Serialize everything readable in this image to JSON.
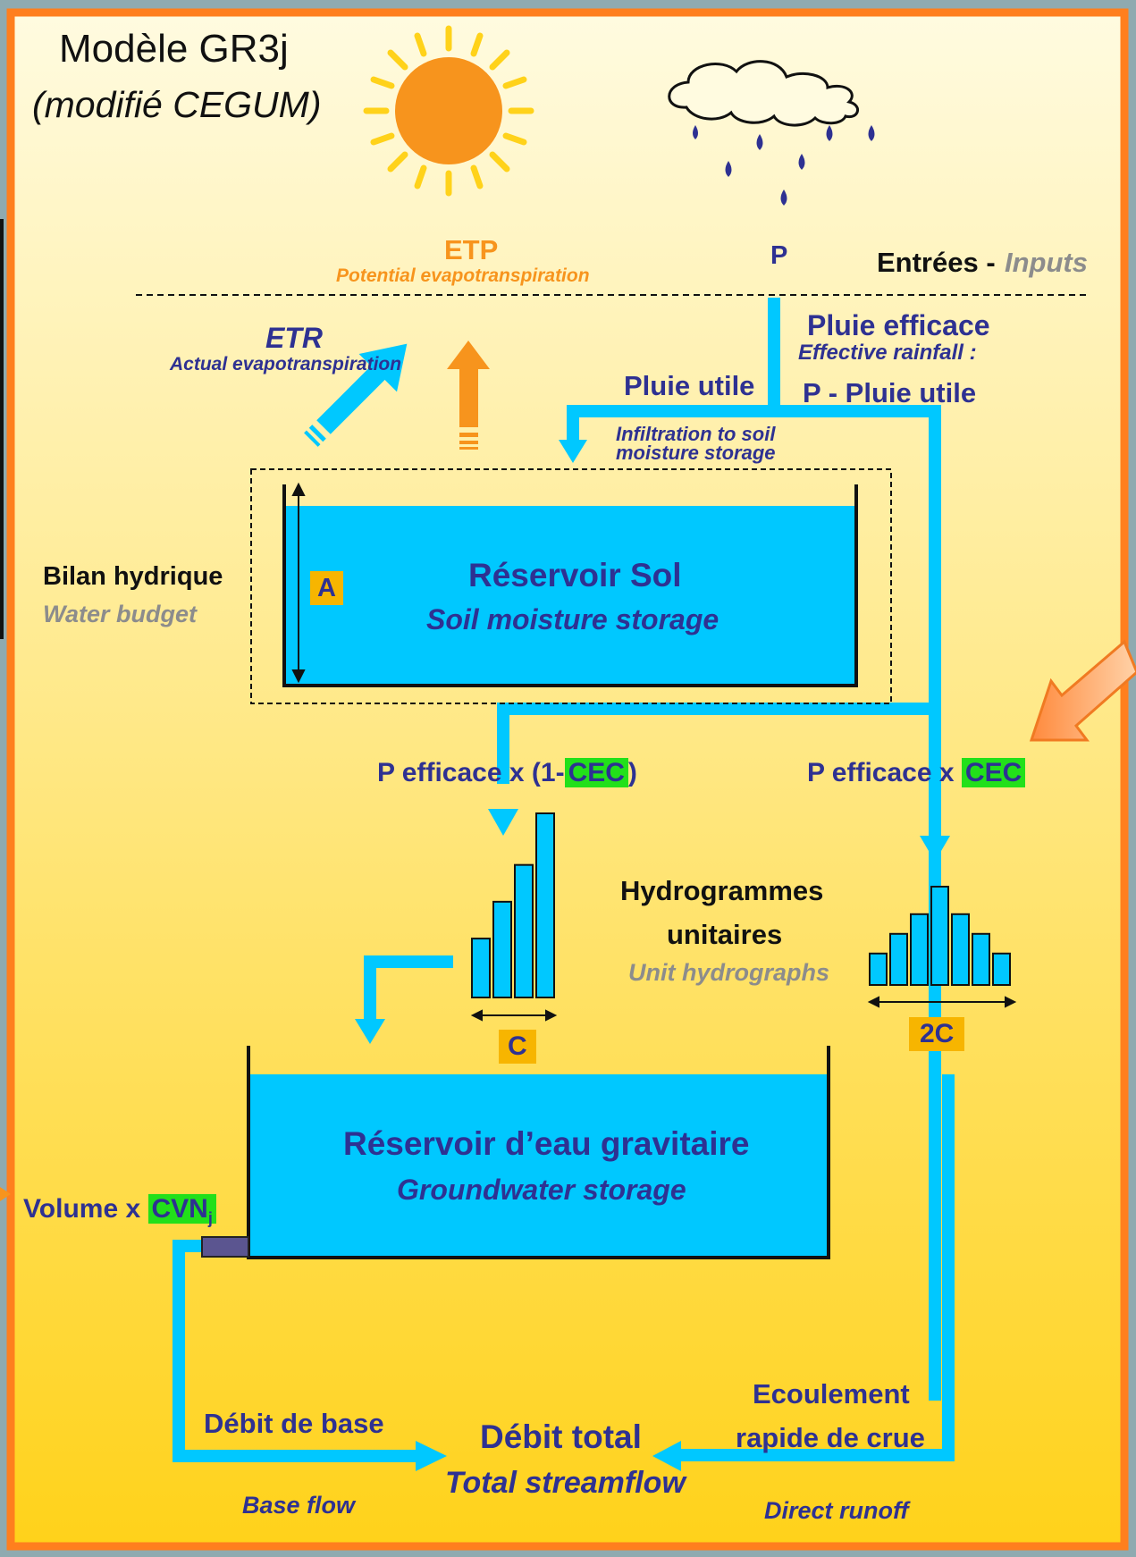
{
  "title": {
    "line1": "Modèle GR3j",
    "line2": "(modifié CEGUM)"
  },
  "inputs": {
    "etp_label": "ETP",
    "etp_sub": "Potential evapotranspiration",
    "p_label": "P",
    "entrees_label": "Entrées -",
    "inputs_label": "Inputs"
  },
  "etr": {
    "label": "ETR",
    "sub": "Actual evapotranspiration"
  },
  "rain": {
    "efficace_label": "Pluie efficace",
    "efficace_sub": "Effective rainfall :",
    "utile_label": "Pluie utile",
    "p_minus": "P - Pluie  utile",
    "infiltration_line1": "Infiltration to soil",
    "infiltration_line2": "moisture storage"
  },
  "soil": {
    "title": "Réservoir Sol",
    "subtitle": "Soil moisture storage",
    "param": "A",
    "budget_label": "Bilan hydrique",
    "budget_sub": "Water budget"
  },
  "split": {
    "left_prefix": "P efficace x (1-",
    "left_param": "CEC",
    "left_suffix": ")",
    "right_prefix": "P efficace x",
    "right_param": "CEC"
  },
  "hydrographs": {
    "label_line1": "Hydrogrammes",
    "label_line2": "unitaires",
    "sub": "Unit hydrographs",
    "left_param": "C",
    "right_param": "2C",
    "left_bars": [
      0.32,
      0.52,
      0.72,
      1.0
    ],
    "right_bars": [
      0.32,
      0.52,
      0.72,
      1.0,
      0.72,
      0.52,
      0.32
    ]
  },
  "ground": {
    "title": "Réservoir d’eau gravitaire",
    "subtitle": "Groundwater storage",
    "volume_prefix": "Volume x",
    "volume_param": "CVN",
    "volume_sub": "j"
  },
  "outputs": {
    "base_label": "Débit de base",
    "base_sub": "Base flow",
    "total_label": "Débit total",
    "total_sub": "Total streamflow",
    "runoff_line1": "Ecoulement",
    "runoff_line2": "rapide de crue",
    "runoff_sub": "Direct runoff"
  },
  "colors": {
    "water": "#00c8ff",
    "border": "#ff7f1e",
    "navy": "#2e3192",
    "orange": "#f7941d",
    "param_yellow": "#f7b500",
    "param_green": "#22e01a"
  }
}
